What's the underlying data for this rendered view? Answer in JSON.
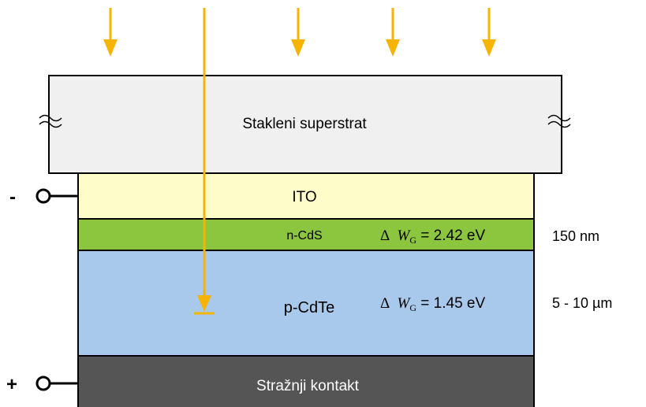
{
  "layers": {
    "glass": {
      "label": "Stakleni superstrat",
      "color": "#f0f0f0"
    },
    "ito": {
      "label": "ITO",
      "color": "#fefcc9"
    },
    "cds": {
      "label": "n-CdS",
      "color": "#8cc63f",
      "bandgap": "2.42",
      "thickness": "150 nm"
    },
    "cdte": {
      "label": "p-CdTe",
      "color": "#a8c8ec",
      "bandgap": "1.45",
      "thickness": "5 - 10 µm"
    },
    "back": {
      "label": "Stražnji kontakt",
      "color": "#555555"
    }
  },
  "terminals": {
    "negative": "-",
    "positive": "+"
  },
  "bandgap_symbol": {
    "delta": "Δ",
    "var": "W",
    "sub": "G",
    "unit": "eV"
  },
  "light": {
    "color": "#f6b400"
  }
}
